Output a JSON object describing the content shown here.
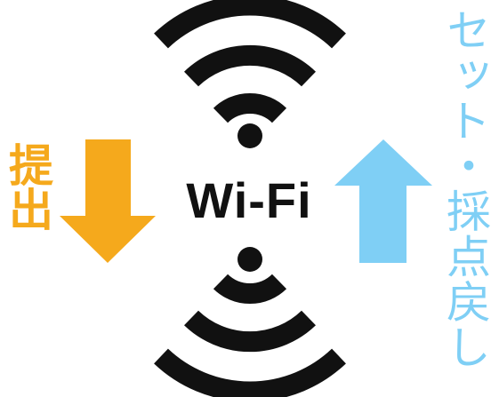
{
  "center_label": "Wi-Fi",
  "left_label": "提出",
  "right_label": "セット・採点戻し",
  "colors": {
    "wifi": "#111111",
    "submit": "#f5a91c",
    "return": "#7fcff5",
    "background": "#ffffff"
  },
  "icons": {
    "top": "wifi-signal-icon",
    "bottom": "wifi-signal-icon",
    "left_arrow": "arrow-down-icon",
    "right_arrow": "arrow-up-icon"
  }
}
